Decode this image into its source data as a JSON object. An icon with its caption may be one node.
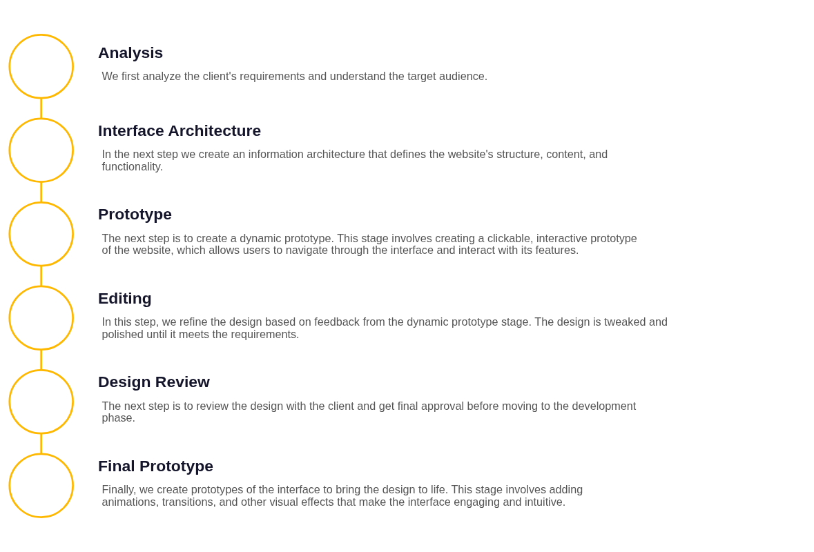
{
  "diagram": {
    "nodes": [
      {
        "text": [],
        "shape": "circle",
        "beside": [
          "Analysis",
          "We first analyze the client's requirements and understand the target audience."
        ]
      },
      {
        "text": [],
        "shape": "circle",
        "beside": [
          "Interface Architecture",
          "In the next step we create an information architecture that defines the website's structure, content, and functionality."
        ]
      },
      {
        "text": [],
        "shape": "circle",
        "beside": [
          "Prototype",
          "The next step is to create a dynamic prototype. This stage involves creating a clickable, interactive prototype of the website, which allows users to navigate through the interface and interact with its features."
        ]
      },
      {
        "text": [],
        "shape": "circle",
        "beside": [
          "Editing",
          "In this step, we refine the design based on feedback from the dynamic prototype stage. The design is tweaked and polished until it meets the requirements."
        ]
      },
      {
        "text": [],
        "shape": "circle",
        "beside": [
          "Design Review",
          "The next step is to review the design with the client and get final approval before moving to the development phase."
        ]
      },
      {
        "text": [],
        "shape": "circle",
        "beside": [
          "Final Prototype",
          "Finally, we create prototypes of the interface to bring the design to life. This stage involves adding animations, transitions, and other visual effects that make the interface engaging and intuitive."
        ]
      }
    ],
    "edges": [
      {
        "from": 0,
        "to": 1,
        "arrow": "none"
      },
      {
        "from": 1,
        "to": 2,
        "arrow": "none"
      },
      {
        "from": 2,
        "to": 3,
        "arrow": "none"
      },
      {
        "from": 3,
        "to": 4,
        "arrow": "none"
      },
      {
        "from": 4,
        "to": 5,
        "arrow": "none"
      }
    ]
  }
}
